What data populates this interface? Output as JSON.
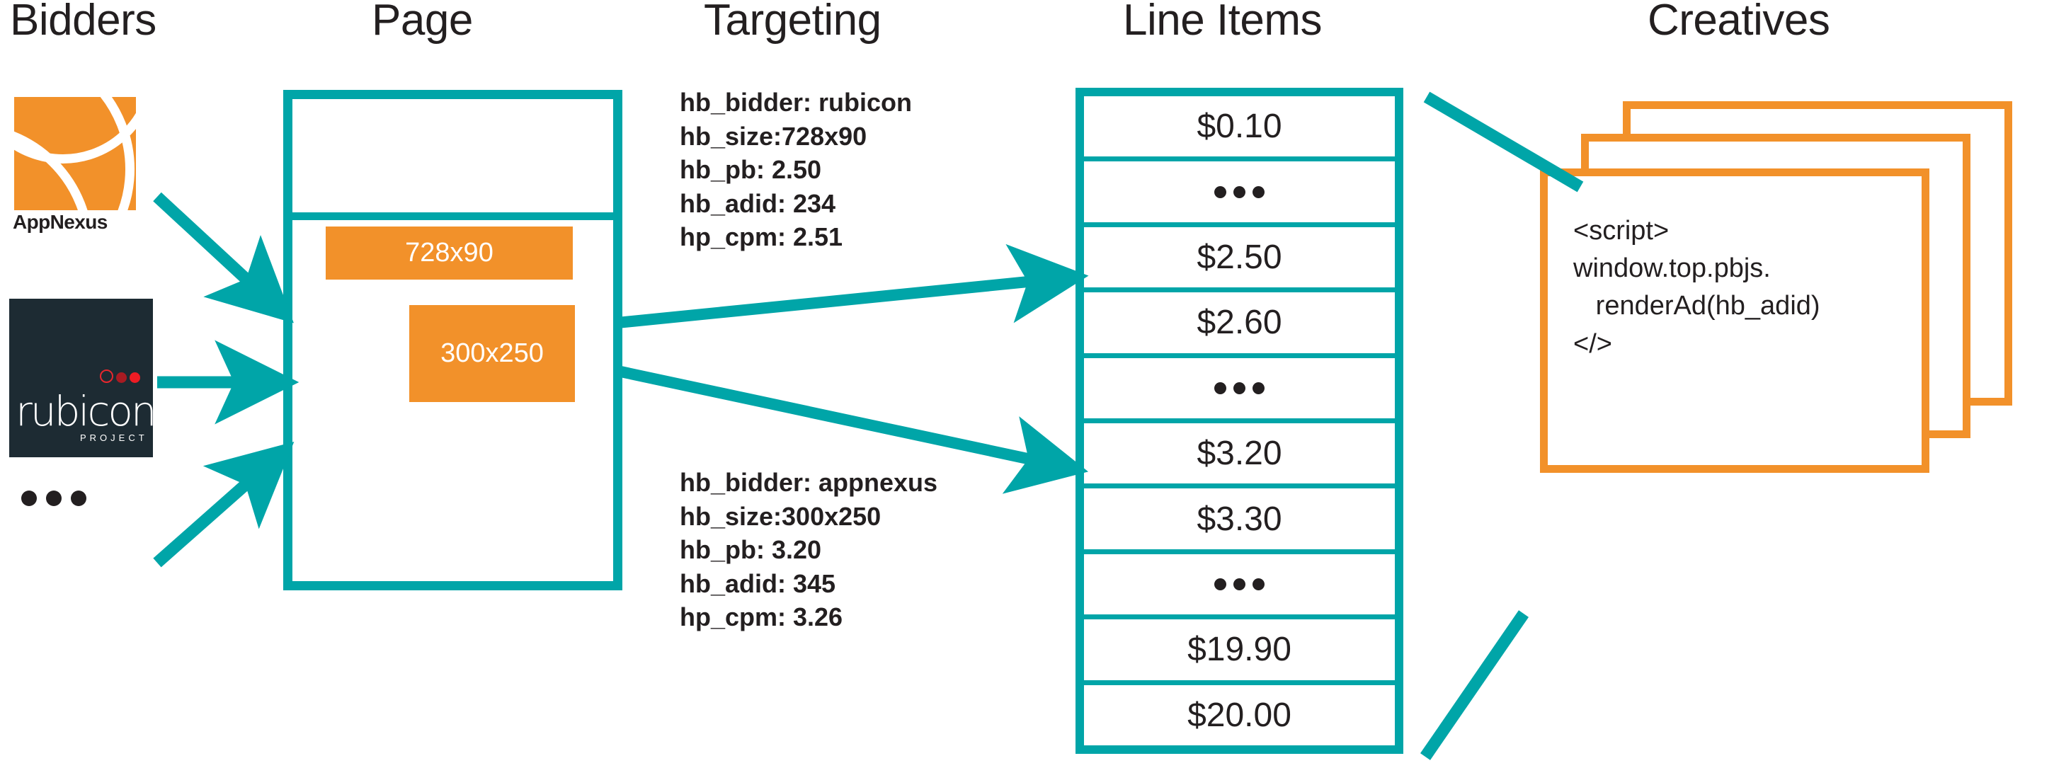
{
  "columns": [
    {
      "id": "bidders",
      "label": "Bidders"
    },
    {
      "id": "page",
      "label": "Page"
    },
    {
      "id": "targeting",
      "label": "Targeting"
    },
    {
      "id": "lineitems",
      "label": "Line Items"
    },
    {
      "id": "creatives",
      "label": "Creatives"
    }
  ],
  "colors": {
    "teal": "#00a5a8",
    "orange": "#f2912a",
    "dark": "#231f20",
    "rubicon_bg": "#1d2b33",
    "white": "#ffffff"
  },
  "bidders": {
    "appnexus": {
      "name": "AppNexus",
      "wordmark": "AppNexus"
    },
    "rubicon": {
      "name": "rubicon project",
      "wordmark": "rubicon",
      "sub_wordmark": "PROJECT"
    },
    "more_indicator": "..."
  },
  "page": {
    "ad_slots": [
      {
        "id": "leaderboard",
        "label": "728x90"
      },
      {
        "id": "medium-rectangle",
        "label": "300x250"
      }
    ]
  },
  "targeting": {
    "blocks": [
      {
        "id": "rubicon-targeting",
        "lines": [
          "hb_bidder: rubicon",
          "hb_size:728x90",
          "hb_pb: 2.50",
          "hb_adid: 234",
          "hp_cpm: 2.51"
        ]
      },
      {
        "id": "appnexus-targeting",
        "lines": [
          "hb_bidder: appnexus",
          "hb_size:300x250",
          "hb_pb: 3.20",
          "hb_adid: 345",
          "hp_cpm: 3.26"
        ]
      }
    ]
  },
  "line_items": {
    "rows": [
      {
        "type": "value",
        "label": "$0.10"
      },
      {
        "type": "ellipsis",
        "label": "..."
      },
      {
        "type": "value",
        "label": "$2.50"
      },
      {
        "type": "value",
        "label": "$2.60"
      },
      {
        "type": "ellipsis",
        "label": "..."
      },
      {
        "type": "value",
        "label": "$3.20"
      },
      {
        "type": "value",
        "label": "$3.30"
      },
      {
        "type": "ellipsis",
        "label": "..."
      },
      {
        "type": "value",
        "label": "$19.90"
      },
      {
        "type": "value",
        "label": "$20.00"
      }
    ]
  },
  "creatives": {
    "card_count": 3,
    "code": "<script>\nwindow.top.pbjs.\n   renderAd(hb_adid)\n</>"
  }
}
